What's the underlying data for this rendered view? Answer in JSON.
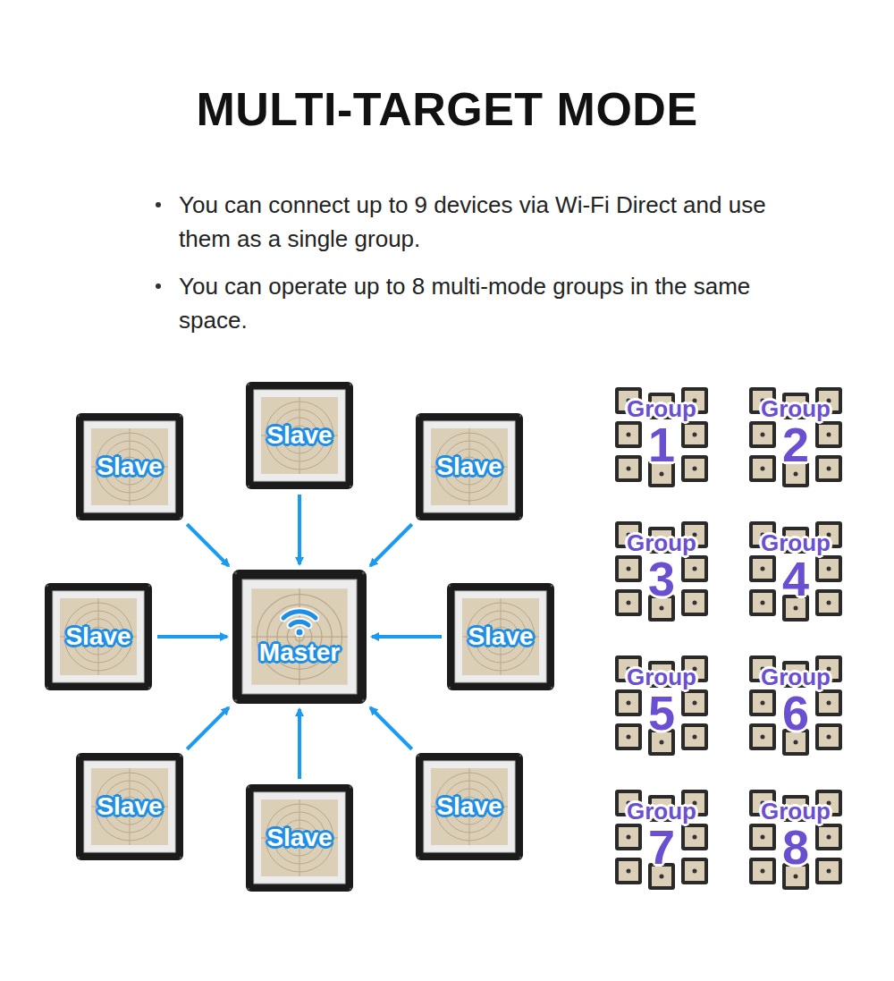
{
  "diagram": {
    "title": "MULTI-TARGET MODE",
    "nodes": [
      {
        "text": [
          "Slave"
        ]
      },
      {
        "text": [
          "Slave"
        ]
      },
      {
        "text": [
          "Slave"
        ]
      },
      {
        "text": [
          "Slave"
        ]
      },
      {
        "text": [
          "Master"
        ]
      },
      {
        "text": [
          "Slave"
        ]
      },
      {
        "text": [
          "Slave"
        ]
      },
      {
        "text": [
          "Slave"
        ]
      },
      {
        "text": [
          "Slave"
        ]
      },
      {
        "text": [
          "Group",
          "1"
        ]
      },
      {
        "text": [
          "Group",
          "2"
        ]
      },
      {
        "text": [
          "Group",
          "3"
        ]
      },
      {
        "text": [
          "Group",
          "4"
        ]
      },
      {
        "text": [
          "Group",
          "5"
        ]
      },
      {
        "text": [
          "Group",
          "6"
        ]
      },
      {
        "text": [
          "Group",
          "7"
        ]
      },
      {
        "text": [
          "Group",
          "8"
        ]
      }
    ],
    "edges": [
      {
        "from": 0,
        "to": 4,
        "arrow": "to"
      },
      {
        "from": 1,
        "to": 4,
        "arrow": "to"
      },
      {
        "from": 2,
        "to": 4,
        "arrow": "to"
      },
      {
        "from": 3,
        "to": 4,
        "arrow": "to"
      },
      {
        "from": 5,
        "to": 4,
        "arrow": "to"
      },
      {
        "from": 6,
        "to": 4,
        "arrow": "to"
      },
      {
        "from": 7,
        "to": 4,
        "arrow": "to"
      },
      {
        "from": 8,
        "to": 4,
        "arrow": "to"
      }
    ],
    "labels": [
      "You can connect up to 9 devices via Wi-Fi Direct and use them as a single group.",
      "You can operate up to 8 multi-mode groups in the same space."
    ]
  }
}
